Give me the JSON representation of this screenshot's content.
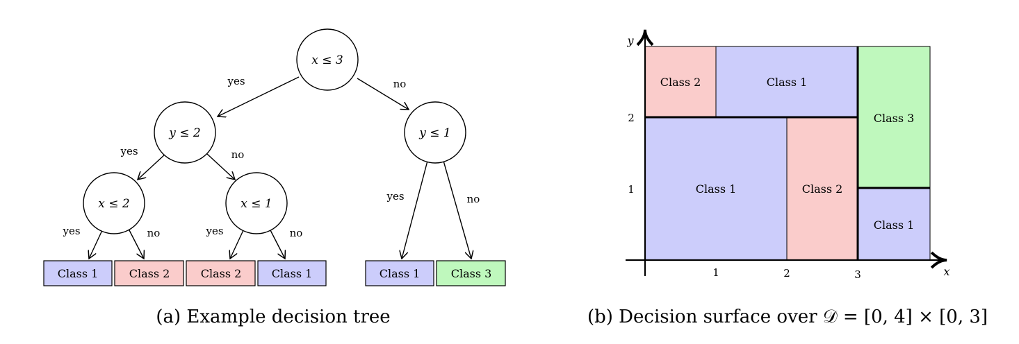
{
  "colors": {
    "class1": "#cccdfb",
    "class2": "#facccb",
    "class3": "#bff8bd",
    "stroke": "#000000"
  },
  "tree": {
    "root": {
      "label": "x ≤ 3"
    },
    "left": {
      "label": "y ≤ 2"
    },
    "right": {
      "label": "y ≤ 1"
    },
    "left_left": {
      "label": "x ≤ 2"
    },
    "left_right": {
      "label": "x ≤ 1"
    },
    "edges": {
      "root_yes": "yes",
      "root_no": "no",
      "left_yes": "yes",
      "left_no": "no",
      "ll_yes": "yes",
      "ll_no": "no",
      "lr_yes": "yes",
      "lr_no": "no",
      "right_yes": "yes",
      "right_no": "no"
    },
    "leaves": [
      {
        "label": "Class 1",
        "class": "class1"
      },
      {
        "label": "Class 2",
        "class": "class2"
      },
      {
        "label": "Class 2",
        "class": "class2"
      },
      {
        "label": "Class 1",
        "class": "class1"
      },
      {
        "label": "Class 1",
        "class": "class1"
      },
      {
        "label": "Class 3",
        "class": "class3"
      }
    ]
  },
  "surface": {
    "x_axis_label": "x",
    "y_axis_label": "y",
    "x_ticks": [
      "1",
      "2",
      "3"
    ],
    "y_ticks": [
      "1",
      "2"
    ],
    "regions": [
      {
        "label": "Class 2",
        "class": "class2"
      },
      {
        "label": "Class 1",
        "class": "class1"
      },
      {
        "label": "Class 1",
        "class": "class1"
      },
      {
        "label": "Class 2",
        "class": "class2"
      },
      {
        "label": "Class 3",
        "class": "class3"
      },
      {
        "label": "Class 1",
        "class": "class1"
      }
    ]
  },
  "captions": {
    "a": "(a) Example decision tree",
    "b_prefix": "(b) Decision surface over ",
    "b_math": "𝒟 = [0, 4] × [0, 3]"
  }
}
